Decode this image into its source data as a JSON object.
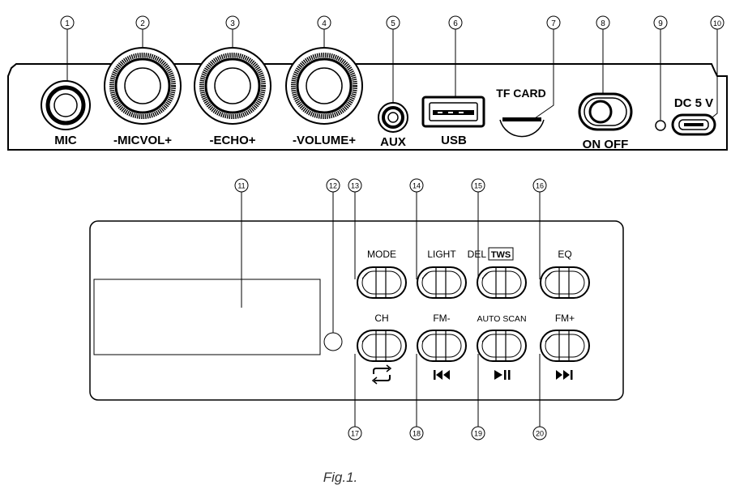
{
  "top_panel": {
    "callouts": [
      "1",
      "2",
      "3",
      "4",
      "5",
      "6",
      "7",
      "8",
      "9",
      "10"
    ],
    "labels": {
      "mic": "MIC",
      "micvol": "-MICVOL+",
      "echo": "-ECHO+",
      "volume": "-VOLUME+",
      "aux": "AUX",
      "usb": "USB",
      "tfcard": "TF CARD",
      "onoff": "ON OFF",
      "dc": "DC 5 V"
    }
  },
  "bottom_panel": {
    "callouts": [
      "11",
      "12",
      "13",
      "14",
      "15",
      "16",
      "17",
      "18",
      "19",
      "20"
    ],
    "top_buttons": [
      "MODE",
      "LIGHT",
      "DEL",
      "EQ"
    ],
    "tws": "TWS",
    "bottom_buttons": [
      "CH",
      "FM-",
      "AUTO SCAN",
      "FM+"
    ]
  },
  "caption": "Fig.1."
}
